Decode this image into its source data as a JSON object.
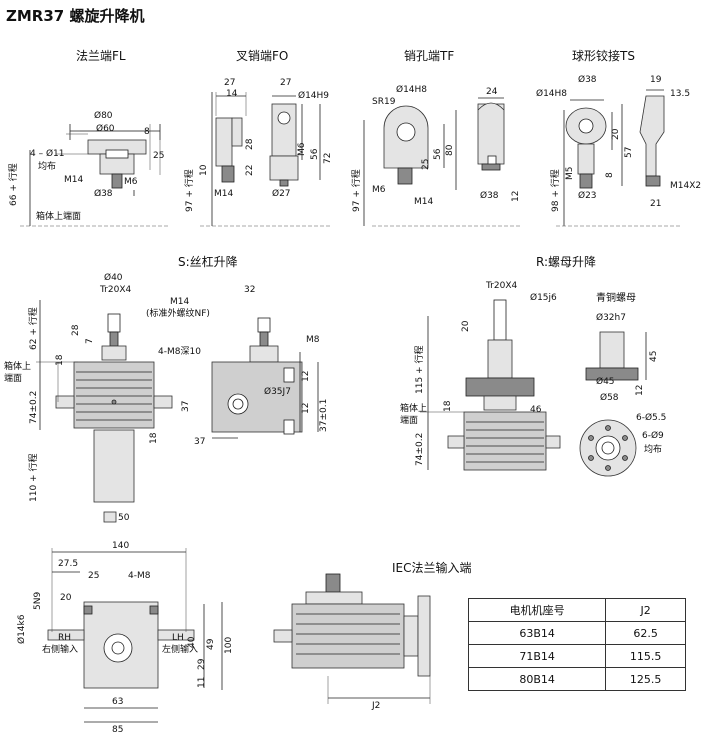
{
  "title": "ZMR37 螺旋升降机",
  "sections": {
    "fl": "法兰端FL",
    "fo": "叉销端FO",
    "tf": "销孔端TF",
    "ts": "球形铰接TS",
    "s": "S:丝杠升降",
    "r": "R:螺母升降",
    "bronze_nut": "青铜螺母",
    "iec": "IEC法兰输入端"
  },
  "fl_dims": {
    "d80": "Ø80",
    "d60": "Ø60",
    "holes": "4 – Ø11",
    "even": "均布",
    "m14": "M14",
    "d38": "Ø38",
    "m6": "M6",
    "h8": "8",
    "h25": "25",
    "stroke66": "66 + 行程",
    "top_face": "箱体上端面"
  },
  "fo_dims": {
    "w27a": "27",
    "w14": "14",
    "w27b": "27",
    "d14h9": "Ø14H9",
    "h28": "28",
    "h22": "22",
    "h10": "10",
    "m6": "M6",
    "h56": "56",
    "h72": "72",
    "stroke97": "97 + 行程",
    "m14": "M14",
    "d27": "Ø27"
  },
  "tf_dims": {
    "d14h8": "Ø14H8",
    "sr19": "SR19",
    "w24": "24",
    "h25": "25",
    "h56": "56",
    "h80": "80",
    "m6": "M6",
    "m14": "M14",
    "d38": "Ø38",
    "h12": "12",
    "stroke97": "97 + 行程"
  },
  "ts_dims": {
    "d38": "Ø38",
    "w19": "19",
    "d14h8": "Ø14H8",
    "w13_5": "13.5",
    "h20": "20",
    "h57": "57",
    "m5": "M5",
    "h8": "8",
    "stroke98": "98 + 行程",
    "d23": "Ø23",
    "m14x2": "M14X2",
    "w21": "21"
  },
  "s_dims": {
    "d40": "Ø40",
    "tr": "Tr20X4",
    "m14": "M14",
    "nf": "(标准外螺纹NF)",
    "w32": "32",
    "m8": "M8",
    "h28": "28",
    "h7": "7",
    "holes": "4-M8深10",
    "stroke62": "62 + 行程",
    "h18a": "18",
    "top_face": "箱体上端面",
    "h74": "74±0.2",
    "h37a": "37",
    "d35j7": "Ø35J7",
    "h12a": "12",
    "h12b": "12",
    "h37b": "37±0.1",
    "w37": "37",
    "h18b": "18",
    "stroke110": "110 + 行程",
    "sq50": "50"
  },
  "r_dims": {
    "tr": "Tr20X4",
    "d15j6": "Ø15j6",
    "h20": "20",
    "stroke115": "115 + 行程",
    "top_face": "箱体上端面",
    "h18": "18",
    "sq46": "46",
    "h74": "74±0.2",
    "d32h7": "Ø32h7",
    "h45": "45",
    "d45": "Ø45",
    "h12": "12",
    "d58": "Ø58",
    "holes1": "6-Ø5.5",
    "holes2": "6-Ø9",
    "even": "均布"
  },
  "bottom_dims": {
    "w140": "140",
    "w27_5": "27.5",
    "w25": "25",
    "m8": "4-M8",
    "n9": "5N9",
    "w20": "20",
    "d14k6": "Ø14k6",
    "rh": "RH",
    "rh_cn": "右侧输入",
    "lh": "LH",
    "lh_cn": "左侧输入",
    "h40": "40",
    "h49": "49",
    "h100": "100",
    "h29": "29",
    "h11": "11",
    "w63": "63",
    "w85": "85",
    "j2": "J2"
  },
  "motor_table": {
    "headers": [
      "电机机座号",
      "J2"
    ],
    "rows": [
      [
        "63B14",
        "62.5"
      ],
      [
        "71B14",
        "115.5"
      ],
      [
        "80B14",
        "125.5"
      ]
    ]
  }
}
